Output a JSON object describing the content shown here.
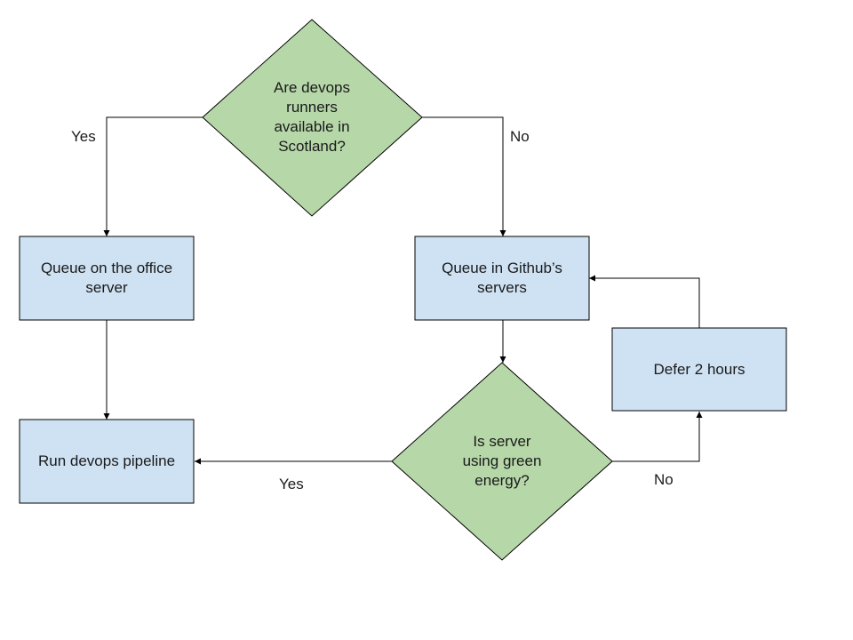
{
  "colors": {
    "decision_fill": "#b6d7a8",
    "process_fill": "#cfe2f3",
    "stroke": "#000000"
  },
  "nodes": {
    "runners_decision": {
      "shape": "diamond",
      "text": "Are devops\nrunners\navailable in\nScotland?"
    },
    "office_queue": {
      "shape": "rectangle",
      "text": "Queue on the office\nserver"
    },
    "github_queue": {
      "shape": "rectangle",
      "text": "Queue in Github’s\nservers"
    },
    "run_pipeline": {
      "shape": "rectangle",
      "text": "Run devops pipeline"
    },
    "green_decision": {
      "shape": "diamond",
      "text": "Is server\nusing green\nenergy?"
    },
    "defer": {
      "shape": "rectangle",
      "text": "Defer 2 hours"
    }
  },
  "edges": [
    {
      "from": "runners_decision",
      "to": "office_queue",
      "label": "Yes"
    },
    {
      "from": "runners_decision",
      "to": "github_queue",
      "label": "No"
    },
    {
      "from": "office_queue",
      "to": "run_pipeline",
      "label": ""
    },
    {
      "from": "github_queue",
      "to": "green_decision",
      "label": ""
    },
    {
      "from": "green_decision",
      "to": "run_pipeline",
      "label": "Yes"
    },
    {
      "from": "green_decision",
      "to": "defer",
      "label": "No"
    },
    {
      "from": "defer",
      "to": "github_queue",
      "label": ""
    }
  ]
}
